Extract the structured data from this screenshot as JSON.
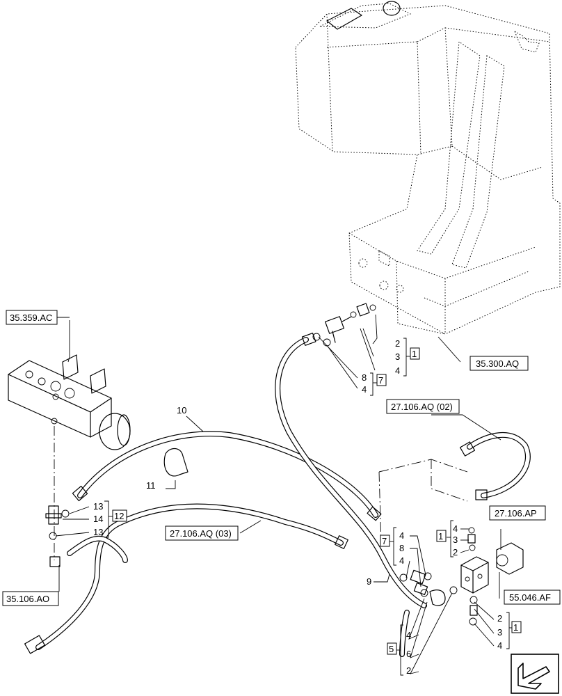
{
  "refs": {
    "r35359ac": "35.359.AC",
    "r35300aq": "35.300.AQ",
    "r27106aq02": "27.106.AQ (02)",
    "r27106aq03": "27.106.AQ (03)",
    "r27106ap": "27.106.AP",
    "r35106ao": "35.106.AO",
    "r55046af": "55.046.AF"
  },
  "groups": {
    "g1_top": "1",
    "g7_top": "7",
    "g12": "12",
    "g7_mid": "7",
    "g1_mid": "1",
    "g5": "5",
    "g1_bot": "1"
  },
  "callouts": {
    "c2_top": "2",
    "c3_top": "3",
    "c4_top": "4",
    "c8_top": "8",
    "c4_top2": "4",
    "c10": "10",
    "c11": "11",
    "c13a": "13",
    "c14": "14",
    "c13b": "13",
    "c4_m1": "4",
    "c8_m": "8",
    "c4_m2": "4",
    "c4_r": "4",
    "c3_r": "3",
    "c2_r": "2",
    "c9": "9",
    "c4_b": "4",
    "c6_b": "6",
    "c2_b": "2",
    "c2_br": "2",
    "c3_br": "3",
    "c4_br": "4"
  }
}
